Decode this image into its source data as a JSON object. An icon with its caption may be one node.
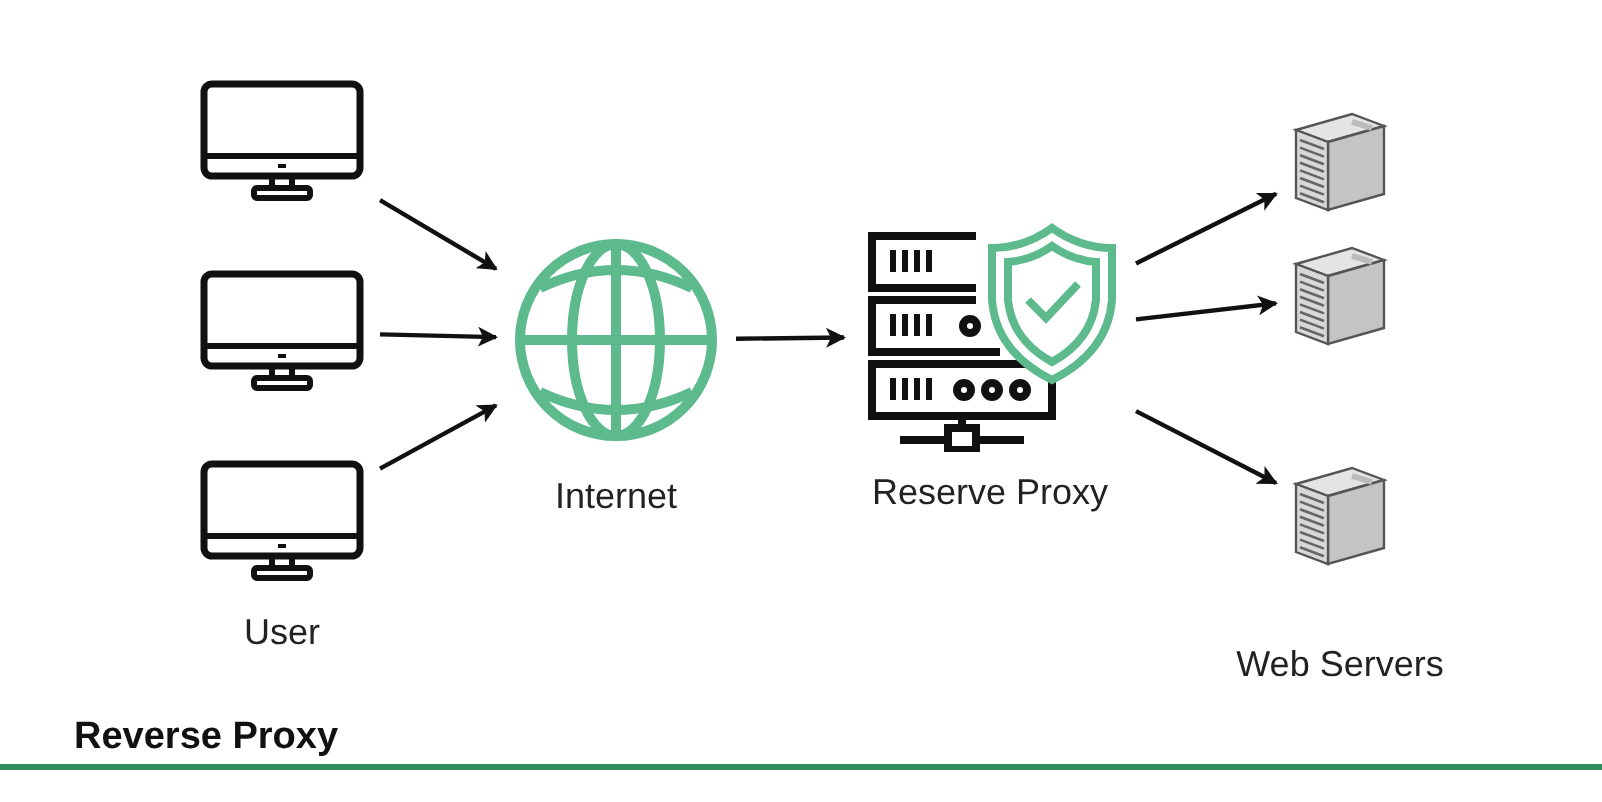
{
  "diagram": {
    "title": "Reverse Proxy",
    "nodes": [
      {
        "text": [],
        "shape": "computer"
      },
      {
        "text": [],
        "shape": "computer"
      },
      {
        "text": [],
        "shape": "computer",
        "beside": [
          "User"
        ]
      },
      {
        "text": [
          "Internet"
        ]
      },
      {
        "text": [
          "Reserve Proxy"
        ]
      },
      {
        "text": [],
        "shape": "server"
      },
      {
        "text": [],
        "shape": "server"
      },
      {
        "text": [],
        "shape": "server",
        "beside": [
          "Web Servers"
        ]
      }
    ],
    "edges": [
      {
        "from": 0,
        "to": 3,
        "arrow": "to"
      },
      {
        "from": 1,
        "to": 3,
        "arrow": "to"
      },
      {
        "from": 2,
        "to": 3,
        "arrow": "to"
      },
      {
        "from": 3,
        "to": 4,
        "arrow": "to"
      },
      {
        "from": 4,
        "to": 5,
        "arrow": "to"
      },
      {
        "from": 4,
        "to": 6,
        "arrow": "to"
      },
      {
        "from": 4,
        "to": 7,
        "arrow": "to"
      }
    ]
  }
}
